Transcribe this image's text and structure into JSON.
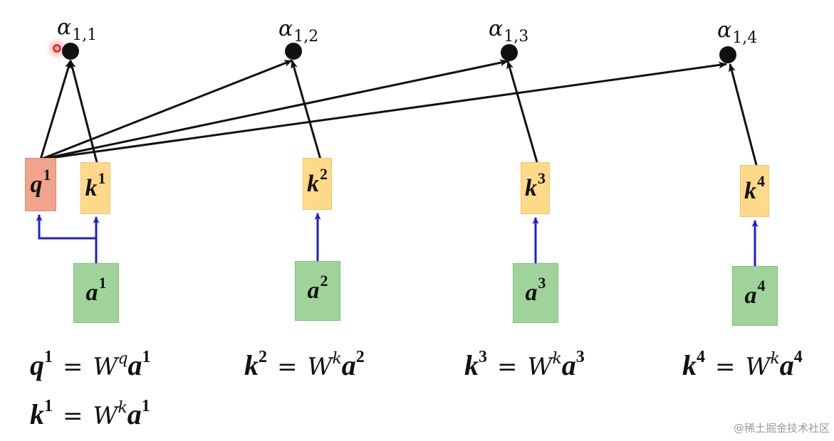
{
  "nodes": {
    "alpha": [
      {
        "base": "α",
        "sub": "1,1"
      },
      {
        "base": "α",
        "sub": "1,2"
      },
      {
        "base": "α",
        "sub": "1,3"
      },
      {
        "base": "α",
        "sub": "1,4"
      }
    ],
    "q": [
      {
        "base": "q",
        "sup": "1"
      }
    ],
    "k": [
      {
        "base": "k",
        "sup": "1"
      },
      {
        "base": "k",
        "sup": "2"
      },
      {
        "base": "k",
        "sup": "3"
      },
      {
        "base": "k",
        "sup": "4"
      }
    ],
    "a": [
      {
        "base": "a",
        "sup": "1"
      },
      {
        "base": "a",
        "sup": "2"
      },
      {
        "base": "a",
        "sup": "3"
      },
      {
        "base": "a",
        "sup": "4"
      }
    ]
  },
  "equations": [
    {
      "lhs": "q",
      "lhs_sup": "1",
      "eq": "=",
      "W": "W",
      "W_sup": "q",
      "rhs": "a",
      "rhs_sup": "1"
    },
    {
      "lhs": "k",
      "lhs_sup": "2",
      "eq": "=",
      "W": "W",
      "W_sup": "k",
      "rhs": "a",
      "rhs_sup": "2"
    },
    {
      "lhs": "k",
      "lhs_sup": "3",
      "eq": "=",
      "W": "W",
      "W_sup": "k",
      "rhs": "a",
      "rhs_sup": "3"
    },
    {
      "lhs": "k",
      "lhs_sup": "4",
      "eq": "=",
      "W": "W",
      "W_sup": "k",
      "rhs": "a",
      "rhs_sup": "4"
    },
    {
      "lhs": "k",
      "lhs_sup": "1",
      "eq": "=",
      "W": "W",
      "W_sup": "k",
      "rhs": "a",
      "rhs_sup": "1"
    }
  ],
  "watermark": "@稀土掘金技术社区",
  "colors": {
    "query_box": "#f0a48c",
    "key_box": "#ffd98a",
    "input_box": "#9fd39a",
    "black_arrow": "#111111",
    "blue_arrow": "#1f1fd0",
    "node": "#111111",
    "cursor_ring": "#e02020"
  }
}
